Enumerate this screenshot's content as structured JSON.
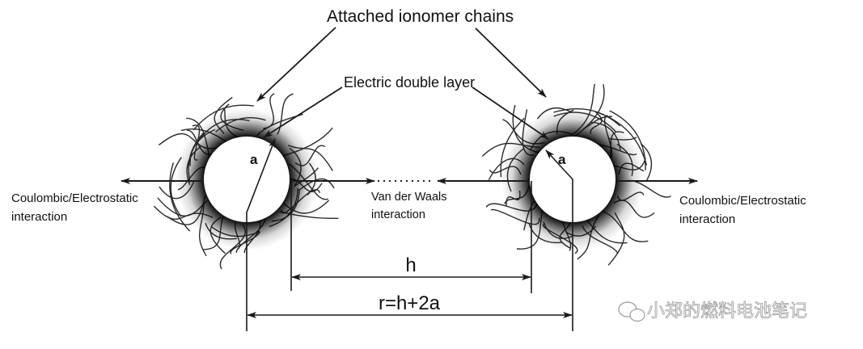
{
  "diagram": {
    "title_label": "Attached ionomer chains",
    "edl_label": "Electric double layer",
    "left_interaction": {
      "line1": "Coulombic/Electrostatic",
      "line2": "interaction"
    },
    "right_interaction": {
      "line1": "Coulombic/Electrostatic",
      "line2": "interaction"
    },
    "vdw_interaction": {
      "line1": "Van der Waals",
      "line2": "interaction"
    },
    "radius_label": "a",
    "gap_label": "h",
    "center_distance_label": "r=h+2a",
    "particles": [
      {
        "name": "left-particle",
        "radius_symbol": "a"
      },
      {
        "name": "right-particle",
        "radius_symbol": "a"
      }
    ],
    "colors": {
      "line": "#1a1a1a",
      "halo": "#000000",
      "background": "#ffffff"
    }
  },
  "watermark": {
    "text": "小郑的燃料电池笔记",
    "icon": "wechat-icon"
  }
}
